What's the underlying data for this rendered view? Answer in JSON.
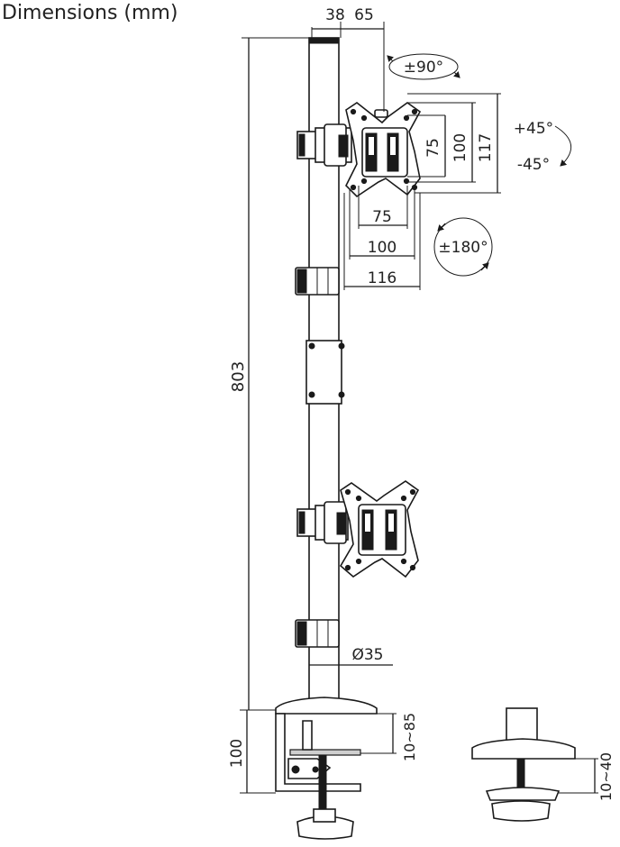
{
  "title": "Dimensions (mm)",
  "dimensions": {
    "top_offset_a": "38",
    "top_offset_b": "65",
    "rotate_swivel": "±90°",
    "tilt_up": "+45°",
    "tilt_down": "-45°",
    "rotate_plate": "±180°",
    "vesa_h_75": "75",
    "vesa_h_100": "100",
    "plate_width": "116",
    "vesa_v_75": "75",
    "vesa_v_100": "100",
    "plate_height": "117",
    "pole_height": "803",
    "pole_diameter": "Ø35",
    "clamp_height": "100",
    "clamp_range": "10~85",
    "grommet_range": "10~40"
  }
}
